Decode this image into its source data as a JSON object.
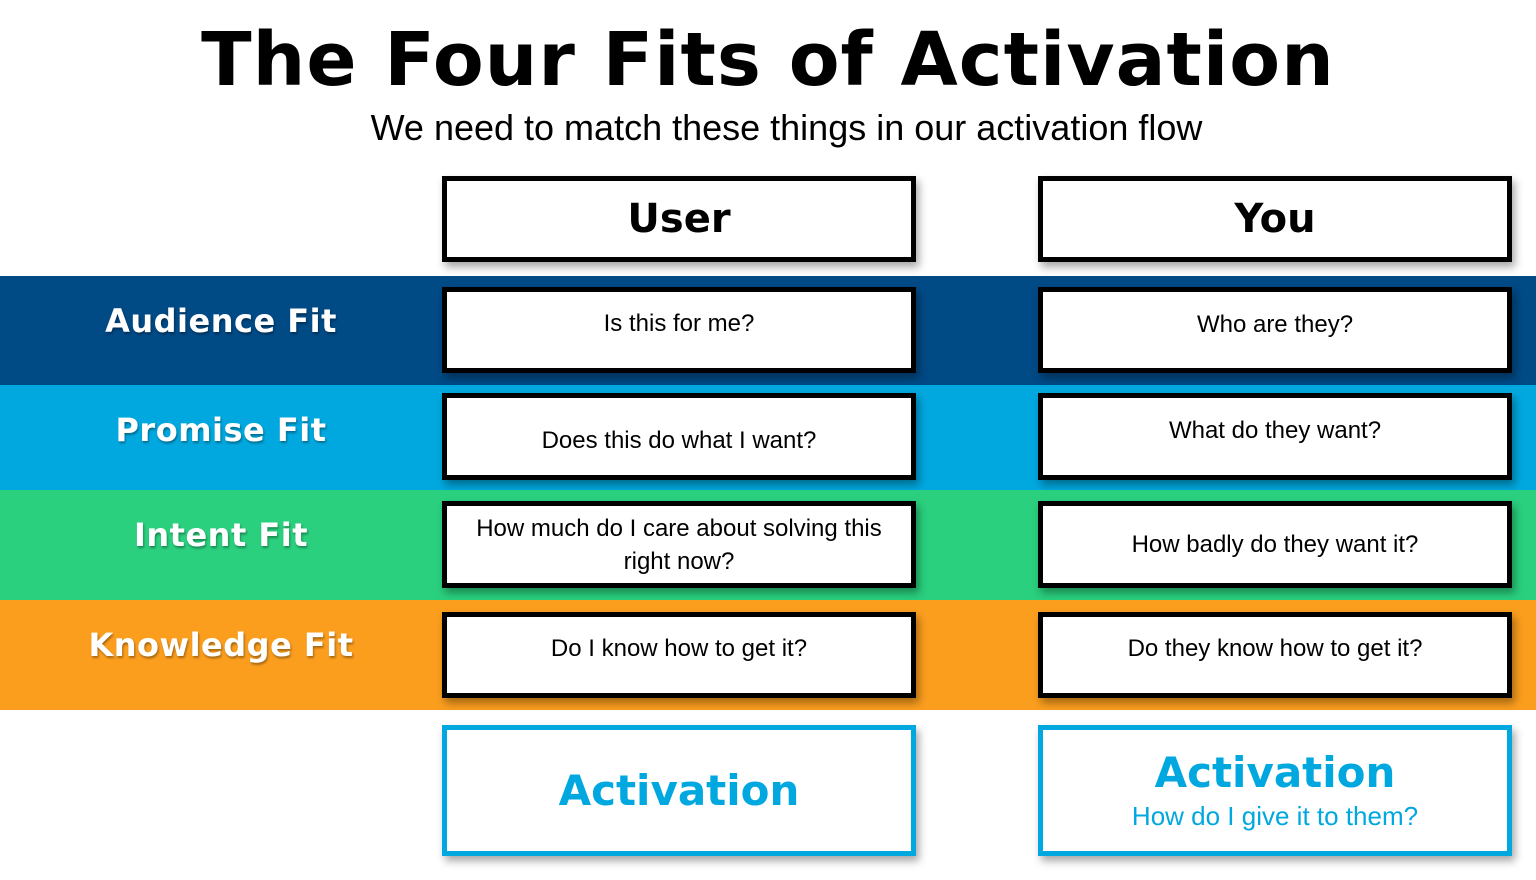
{
  "header": {
    "title": "The Four Fits of Activation",
    "subtitle": "We need to match these things in our activation flow"
  },
  "columns": {
    "left": "User",
    "right": "You"
  },
  "colors": {
    "audience": "#004A86",
    "promise": "#00A8DF",
    "intent": "#2AD07E",
    "knowledge": "#FB9E1E",
    "activation_accent": "#00A8DF"
  },
  "rows": [
    {
      "label": "Audience Fit",
      "user": "Is this for me?",
      "you": "Who are they?"
    },
    {
      "label": "Promise Fit",
      "user": "Does this do what I want?",
      "you": "What do they want?"
    },
    {
      "label": "Intent Fit",
      "user": "How much do I care about solving this right now?",
      "you": "How badly do they want it?"
    },
    {
      "label": "Knowledge Fit",
      "user": "Do I know how to get it?",
      "you": "Do they know how to get it?"
    }
  ],
  "activation": {
    "user_title": "Activation",
    "you_title": "Activation",
    "you_subtitle": "How do I give it to them?"
  }
}
